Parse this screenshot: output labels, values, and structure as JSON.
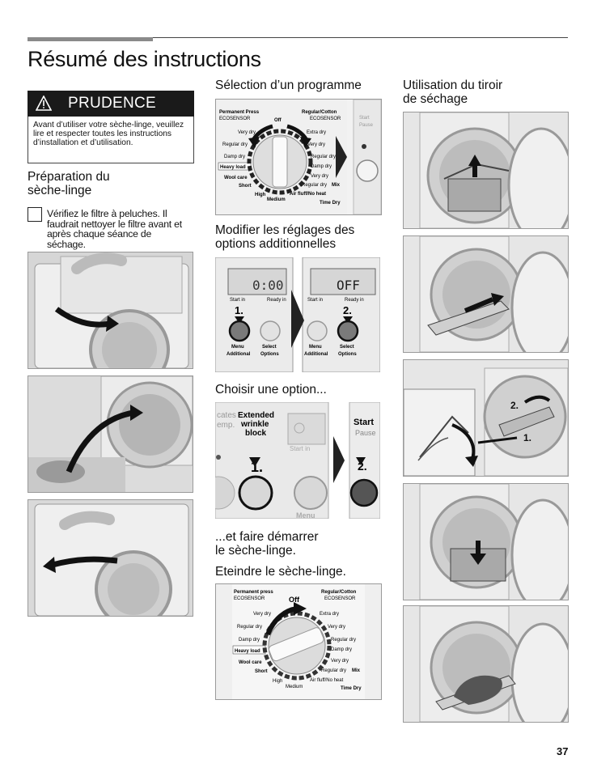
{
  "page": {
    "title": "Résumé des instructions",
    "page_number": "37"
  },
  "caution": {
    "label": "PRUDENCE",
    "text": "Avant d’utiliser votre sèche-linge, veuillez lire et respecter toutes les instructions d’installation et d’utilisation."
  },
  "prep": {
    "heading_line1": "Préparation du",
    "heading_line2": "sèche-linge",
    "step": "Vérifiez le filtre à peluches. Il faudrait nettoyer le filtre avant et après chaque séance de séchage."
  },
  "program": {
    "heading": "Sélection d’un programme",
    "dial_labels": {
      "permanent_press": "Permanent Press",
      "eco_left": "ECOSENSOR",
      "regular_cotton": "Regular/Cotton",
      "eco_right": "ECOSENSOR",
      "off": "Off",
      "very_dry_left": "Very dry",
      "regular_dry_left": "Regular dry",
      "damp_dry_left": "Damp dry",
      "heavy_load": "Heavy load",
      "wool_care": "Wool care",
      "short": "Short",
      "high": "High",
      "medium": "Medium",
      "extra_dry": "Extra dry",
      "very_dry_right": "Very dry",
      "regular_dry_right": "Regular dry",
      "damp_dry_right": "Damp dry",
      "very_dry_r2": "Very dry",
      "regular_dry_mix": "Regular dry",
      "mix": "Mix",
      "air_fluff": "Air fluff/No heat",
      "time_dry": "Time Dry"
    },
    "start": "Start",
    "pause": "Pause"
  },
  "modify": {
    "heading_line1": "Modifier les réglages des",
    "heading_line2": "options additionnelles",
    "lcd_left": "0:00",
    "lcd_right": "OFF",
    "start_in": "Start in",
    "ready_in": "Ready in",
    "step1": "1.",
    "step2": "2.",
    "menu": "Menu",
    "additional": "Additional",
    "select": "Select",
    "options": "Options"
  },
  "choose": {
    "heading": "Choisir une option...",
    "cates": "cates",
    "emp": "emp.",
    "extended": "Extended",
    "wrinkle": "wrinkle",
    "block": "block",
    "start_in": "Start in",
    "step1": "1.",
    "step2": "2.",
    "menu": "Menu",
    "start": "Start",
    "pause": "Pause"
  },
  "startup": {
    "heading_line1": "...et faire démarrer",
    "heading_line2": "le sèche-linge."
  },
  "off_section": {
    "heading": "Eteindre le  sèche-linge.",
    "dial_labels": {
      "permanent_press": "Permanent press",
      "eco_left": "ECOSENSOR",
      "regular_cotton": "Regular/Cotton",
      "eco_right": "ECOSENSOR",
      "off": "Off",
      "very_dry_left": "Very dry",
      "regular_dry_left": "Regular dry",
      "damp_dry_left": "Damp dry",
      "heavy_load": "Heavy load",
      "wool_care": "Wool care",
      "short": "Short",
      "high": "High",
      "medium": "Medium",
      "extra_dry": "Extra dry",
      "very_dry_right": "Very dry",
      "regular_dry_right": "Regular dry",
      "damp_dry_right": "Damp dry",
      "very_dry_r2": "Very dry",
      "regular_dry_mix": "Regular dry",
      "mix": "Mix",
      "air_fluff": "Air fluff/No heat",
      "time_dry": "Time Dry"
    }
  },
  "rack": {
    "heading_line1": "Utilisation du tiroir",
    "heading_line2": "de séchage",
    "step1": "1.",
    "step2": "2."
  }
}
